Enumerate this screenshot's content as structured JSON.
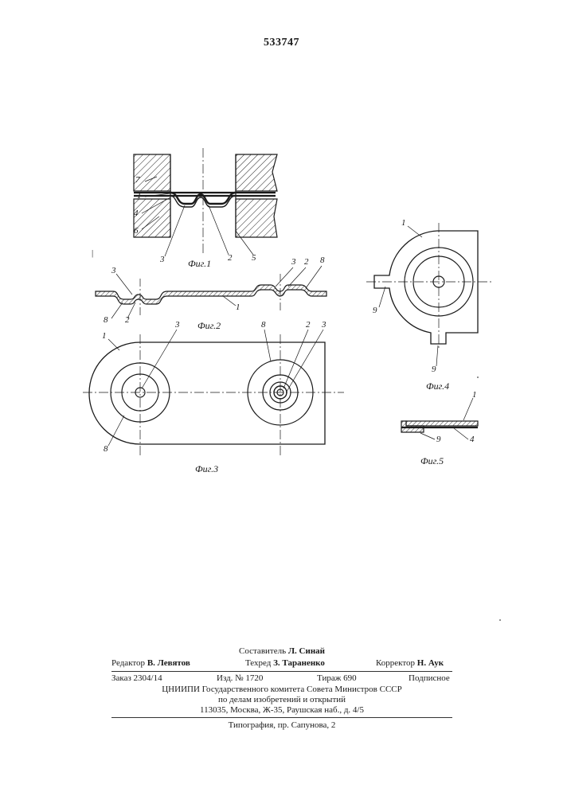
{
  "patent_number": "533747",
  "figures": {
    "fig1": {
      "caption": "Фиг.1",
      "callouts": [
        "7",
        "1",
        "4",
        "6",
        "3",
        "2",
        "5"
      ]
    },
    "fig2": {
      "caption": "Фиг.2",
      "callouts": [
        "3",
        "8",
        "2",
        "3",
        "2",
        "8",
        "1"
      ]
    },
    "fig3": {
      "caption": "Фиг.3",
      "callouts": [
        "1",
        "3",
        "8",
        "2",
        "3",
        "8"
      ]
    },
    "fig4": {
      "caption": "Фиг.4",
      "callouts": [
        "1",
        "9",
        "9"
      ]
    },
    "fig5": {
      "caption": "Фиг.5",
      "callouts": [
        "1",
        "9",
        "4"
      ]
    }
  },
  "margin_mark": "|",
  "colophon": {
    "compiler_label": "Составитель",
    "compiler_name": "Л. Синай",
    "editor_label": "Редактор",
    "editor_name": "В. Левятов",
    "techred_label": "Техред",
    "techred_name": "З. Тараненко",
    "corrector_label": "Корректор",
    "corrector_name": "Н. Аук",
    "order": "Заказ 2304/14",
    "edition": "Изд. № 1720",
    "circulation": "Тираж 690",
    "subscription": "Подписное",
    "org_line1": "ЦНИИПИ Государственного комитета Совета Министров СССР",
    "org_line2": "по делам изобретений и открытий",
    "org_line3": "113035, Москва, Ж-35, Раушская наб., д. 4/5",
    "printer": "Типография, пр. Сапунова, 2"
  }
}
